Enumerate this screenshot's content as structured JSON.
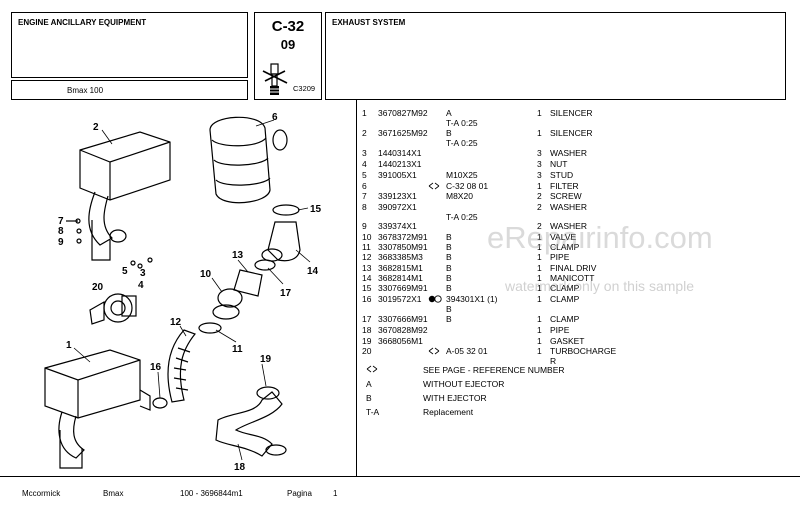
{
  "header": {
    "section_title": "ENGINE ANCILLARY EQUIPMENT",
    "model_label": "Bmax 100",
    "page_code": "C-32",
    "page_sub": "09",
    "ref_code": "C3209",
    "group_title": "EXHAUST SYSTEM"
  },
  "parts": [
    {
      "no": "1",
      "pn": "3670827M92",
      "sym": "",
      "note": "A",
      "qty": "1",
      "desc": "SILENCER",
      "sub": "T-A 0:25"
    },
    {
      "no": "2",
      "pn": "3671625M92",
      "sym": "",
      "note": "B",
      "qty": "1",
      "desc": "SILENCER",
      "sub": "T-A 0:25"
    },
    {
      "no": "3",
      "pn": "1440314X1",
      "sym": "",
      "note": "",
      "qty": "3",
      "desc": "WASHER",
      "sub": ""
    },
    {
      "no": "4",
      "pn": "1440213X1",
      "sym": "",
      "note": "",
      "qty": "3",
      "desc": "NUT",
      "sub": ""
    },
    {
      "no": "5",
      "pn": "391005X1",
      "sym": "",
      "note": "M10X25",
      "qty": "3",
      "desc": "STUD",
      "sub": ""
    },
    {
      "no": "6",
      "pn": "",
      "sym": "<>",
      "note": "C-32 08 01",
      "qty": "1",
      "desc": "FILTER",
      "sub": ""
    },
    {
      "no": "7",
      "pn": "339123X1",
      "sym": "",
      "note": "M8X20",
      "qty": "2",
      "desc": "SCREW",
      "sub": ""
    },
    {
      "no": "8",
      "pn": "390972X1",
      "sym": "",
      "note": "",
      "qty": "2",
      "desc": "WASHER",
      "sub": "T-A 0:25"
    },
    {
      "no": "9",
      "pn": "339374X1",
      "sym": "",
      "note": "",
      "qty": "2",
      "desc": "WASHER",
      "sub": ""
    },
    {
      "no": "10",
      "pn": "3678372M91",
      "sym": "",
      "note": "B",
      "qty": "1",
      "desc": "VALVE",
      "sub": ""
    },
    {
      "no": "11",
      "pn": "3307850M91",
      "sym": "",
      "note": "B",
      "qty": "1",
      "desc": "CLAMP",
      "sub": ""
    },
    {
      "no": "12",
      "pn": "3683385M3",
      "sym": "",
      "note": "B",
      "qty": "1",
      "desc": "PIPE",
      "sub": ""
    },
    {
      "no": "13",
      "pn": "3682815M1",
      "sym": "",
      "note": "B",
      "qty": "1",
      "desc": "FINAL DRIV",
      "sub": ""
    },
    {
      "no": "14",
      "pn": "3682814M1",
      "sym": "",
      "note": "B",
      "qty": "1",
      "desc": "MANICOTT",
      "sub": ""
    },
    {
      "no": "15",
      "pn": "3307669M91",
      "sym": "",
      "note": "B",
      "qty": "1",
      "desc": "CLAMP",
      "sub": ""
    },
    {
      "no": "16",
      "pn": "3019572X1",
      "sym": "(+)",
      "note": "394301X1 (1)",
      "qty": "1",
      "desc": "CLAMP",
      "sub": "B"
    },
    {
      "no": "17",
      "pn": "3307666M91",
      "sym": "",
      "note": "B",
      "qty": "1",
      "desc": "CLAMP",
      "sub": ""
    },
    {
      "no": "18",
      "pn": "3670828M92",
      "sym": "",
      "note": "",
      "qty": "1",
      "desc": "PIPE",
      "sub": ""
    },
    {
      "no": "19",
      "pn": "3668056M1",
      "sym": "",
      "note": "",
      "qty": "1",
      "desc": "GASKET",
      "sub": ""
    },
    {
      "no": "20",
      "pn": "",
      "sym": "<>",
      "note": "A-05 32 01",
      "qty": "1",
      "desc": "TURBOCHARGE",
      "sub": "R"
    }
  ],
  "legend": [
    {
      "key": "<>",
      "text": "SEE PAGE - REFERENCE NUMBER"
    },
    {
      "key": "A",
      "text": "WITHOUT EJECTOR"
    },
    {
      "key": "B",
      "text": "WITH EJECTOR"
    },
    {
      "key": "T-A",
      "text": "Replacement"
    }
  ],
  "footer": {
    "brand": "Mccormick",
    "model": "Bmax",
    "doc": "100 - 3696844m1",
    "page_label": "Pagina",
    "page_no": "1"
  },
  "watermark": {
    "site": "eRepairinfo.com",
    "notice": "watermark only on this sample"
  },
  "callouts": [
    "1",
    "2",
    "3",
    "4",
    "5",
    "6",
    "7",
    "8",
    "9",
    "10",
    "11",
    "12",
    "13",
    "14",
    "15",
    "16",
    "17",
    "18",
    "19",
    "20"
  ]
}
